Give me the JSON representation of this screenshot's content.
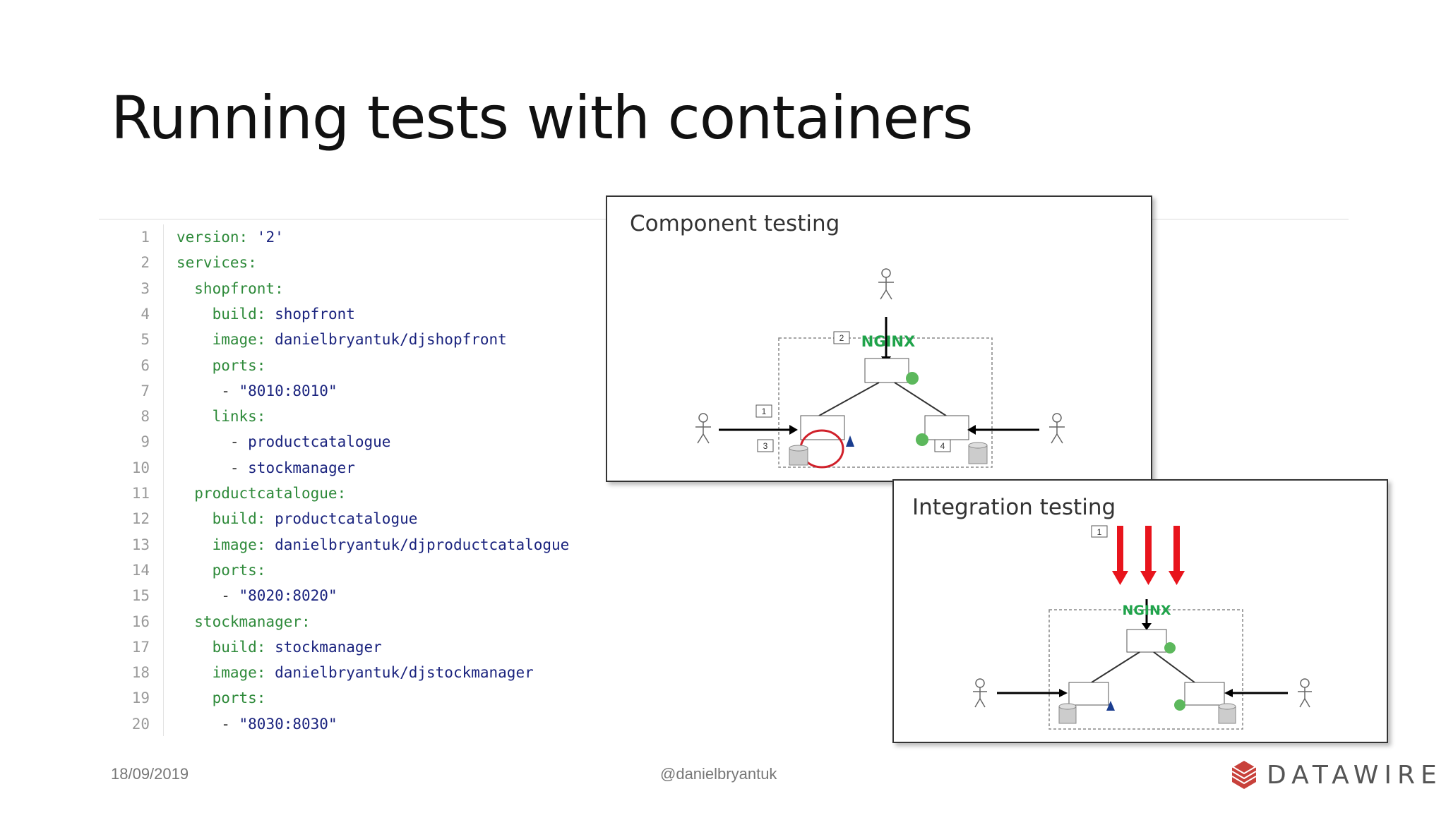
{
  "title": "Running tests with containers",
  "code": [
    {
      "n": "1",
      "key": "version:",
      "val": " '2'"
    },
    {
      "n": "2",
      "key": "services:",
      "val": ""
    },
    {
      "n": "3",
      "key": "  shopfront:",
      "val": ""
    },
    {
      "n": "4",
      "key": "    build:",
      "val": " shopfront"
    },
    {
      "n": "5",
      "key": "    image:",
      "val": " danielbryantuk/djshopfront"
    },
    {
      "n": "6",
      "key": "    ports:",
      "val": ""
    },
    {
      "n": "7",
      "key": "     - ",
      "val": "\"8010:8010\""
    },
    {
      "n": "8",
      "key": "    links:",
      "val": ""
    },
    {
      "n": "9",
      "key": "      - ",
      "val": "productcatalogue"
    },
    {
      "n": "10",
      "key": "      - ",
      "val": "stockmanager"
    },
    {
      "n": "11",
      "key": "  productcatalogue:",
      "val": ""
    },
    {
      "n": "12",
      "key": "    build:",
      "val": " productcatalogue"
    },
    {
      "n": "13",
      "key": "    image:",
      "val": " danielbryantuk/djproductcatalogue"
    },
    {
      "n": "14",
      "key": "    ports:",
      "val": ""
    },
    {
      "n": "15",
      "key": "     - ",
      "val": "\"8020:8020\""
    },
    {
      "n": "16",
      "key": "  stockmanager:",
      "val": ""
    },
    {
      "n": "17",
      "key": "    build:",
      "val": " stockmanager"
    },
    {
      "n": "18",
      "key": "    image:",
      "val": " danielbryantuk/djstockmanager"
    },
    {
      "n": "19",
      "key": "    ports:",
      "val": ""
    },
    {
      "n": "20",
      "key": "     - ",
      "val": "\"8030:8030\""
    }
  ],
  "component": {
    "title": "Component testing",
    "badges": [
      "1",
      "2",
      "3",
      "4"
    ],
    "logo": "NGINX"
  },
  "integration": {
    "title": "Integration testing",
    "badges": [
      "1"
    ],
    "logo": "NGINX"
  },
  "footer": {
    "date": "18/09/2019",
    "handle": "@danielbryantuk",
    "brand": "DATAWIRE"
  },
  "colors": {
    "code_key": "#2e8a3a",
    "code_value": "#1a237e",
    "nginx_green": "#1fa34a",
    "highlight_red": "#d0202a",
    "brand_red": "#c8413b"
  }
}
